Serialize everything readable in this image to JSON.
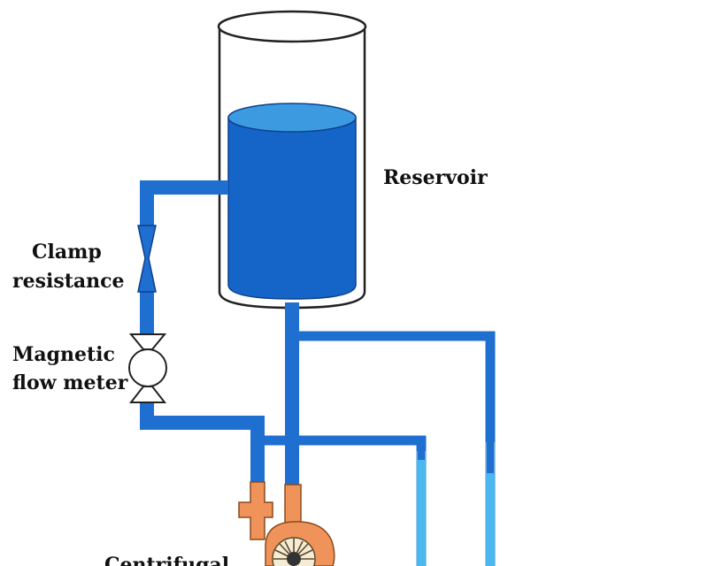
{
  "labels": {
    "reservoir": "Reservoir",
    "clamp_line1": "Clamp",
    "clamp_line2": "resistance",
    "meter_line1": "Magnetic",
    "meter_line2": "flow meter",
    "pump_partial": "Centrifugal"
  },
  "colors": {
    "water_dark": "#1565c8",
    "water_top": "#3c9be0",
    "pipe": "#1f6fd0",
    "manometer_fluid": "#4cb6ee",
    "pump": "#f0935a",
    "outline": "#222222"
  },
  "icons": [
    "valve-icon",
    "impeller-icon"
  ]
}
